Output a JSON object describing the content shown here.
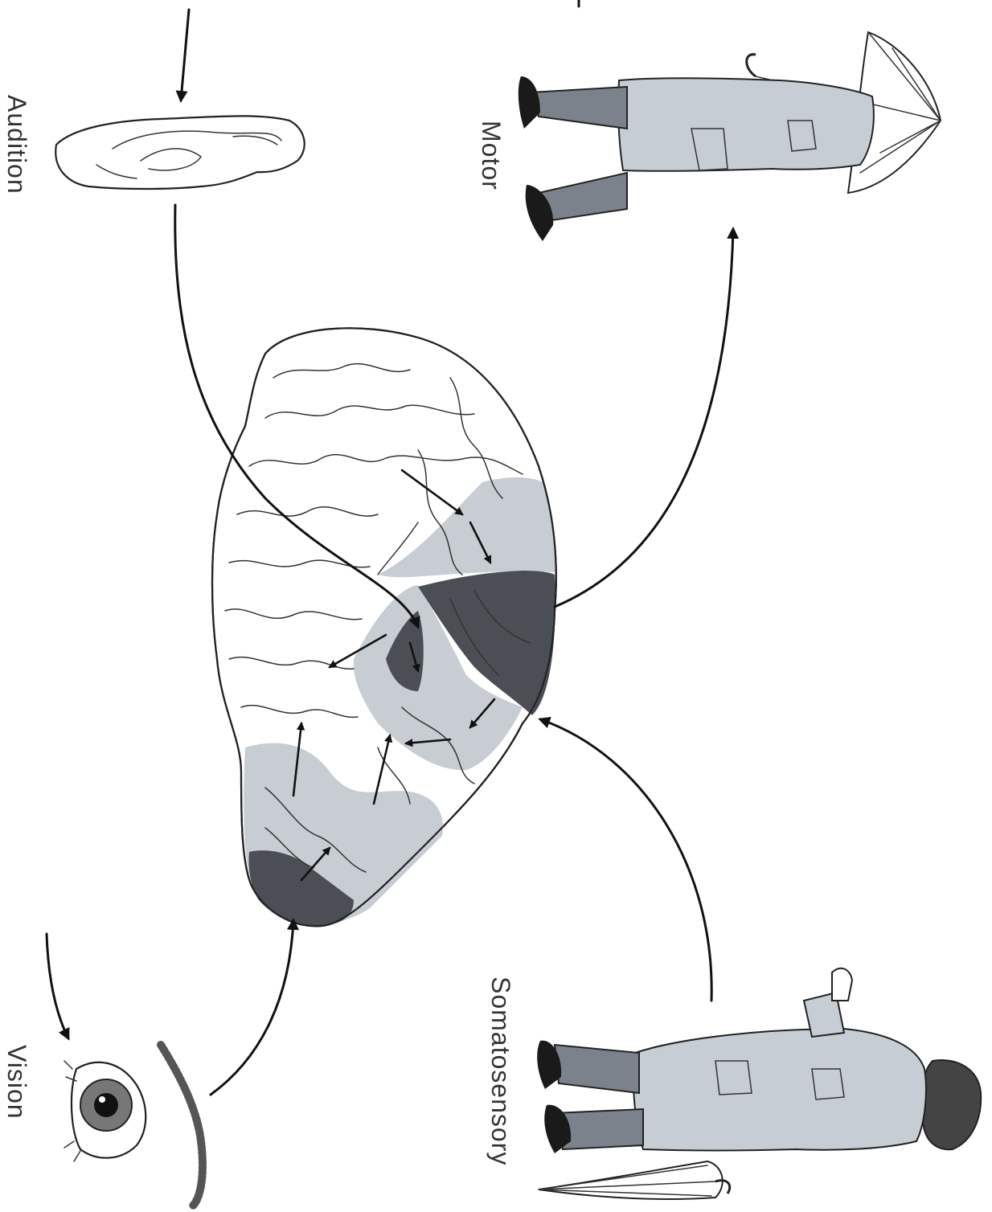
{
  "labels": {
    "audition": "Audition",
    "motor": "Motor",
    "vision": "Vision",
    "somatosensory": "Somatosensory"
  },
  "colors": {
    "association_area": "#c7cdd3",
    "primary_area": "#4b4f55",
    "line": "#111111"
  },
  "icons": [
    "ear-icon",
    "eye-icon",
    "standing-man-icon",
    "reclining-man-icon",
    "brain-icon"
  ]
}
